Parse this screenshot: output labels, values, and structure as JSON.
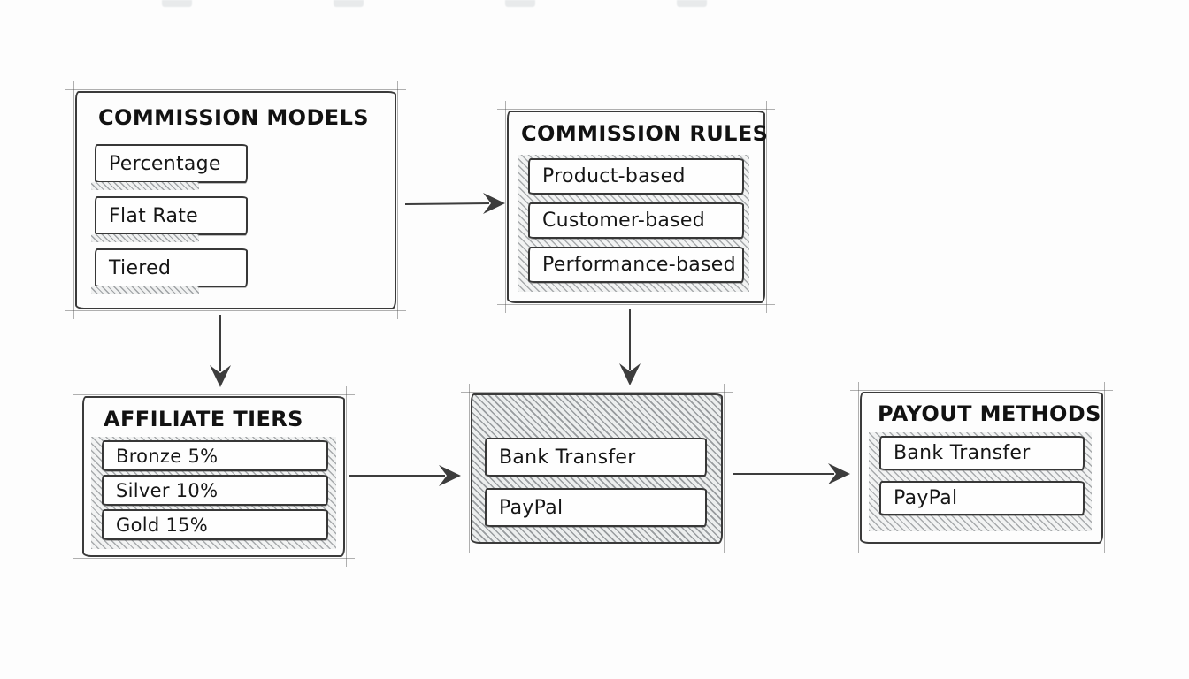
{
  "diagram": {
    "style": {
      "background_color": "#fdfdfd",
      "ink_color": "#3a3a3a",
      "text_color": "#161616",
      "hatch_color": "#6e7276"
    },
    "boxes": [
      {
        "title": "COMMISSION MODELS",
        "items": [
          "Percentage",
          "Flat Rate",
          "Tiered"
        ]
      },
      {
        "title": "COMMISSION RULES",
        "items": [
          "Product-based",
          "Customer-based",
          "Performance-based"
        ]
      },
      {
        "title": "AFFILIATE TIERS",
        "items": [
          "Bronze 5%",
          "Silver 10%",
          "Gold 15%"
        ]
      },
      {
        "title": "",
        "items": [
          "Bank Transfer",
          "PayPal"
        ]
      },
      {
        "title": "PAYOUT METHODS",
        "items": [
          "Bank Transfer",
          "PayPal"
        ]
      }
    ],
    "connections": [
      {
        "from": 0,
        "to": 1,
        "direction": "right"
      },
      {
        "from": 0,
        "to": 2,
        "direction": "down"
      },
      {
        "from": 1,
        "to": 3,
        "direction": "down"
      },
      {
        "from": 2,
        "to": 3,
        "direction": "right"
      },
      {
        "from": 3,
        "to": 4,
        "direction": "right"
      }
    ]
  }
}
